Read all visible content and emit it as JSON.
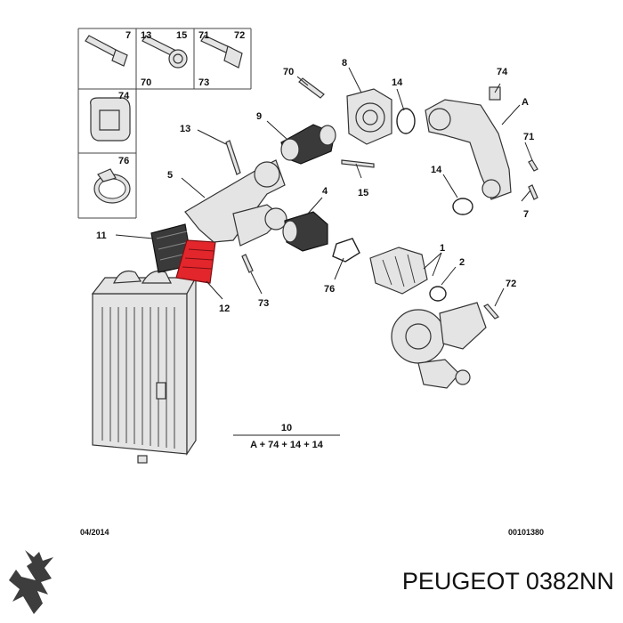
{
  "callouts": {
    "c7a": "7",
    "c13a": "13",
    "c15a": "15",
    "c71a": "71",
    "c72a": "72",
    "c70a": "70",
    "c73a": "73",
    "c74a": "74",
    "c76a": "76",
    "c70": "70",
    "c8": "8",
    "c74": "74",
    "cA": "A",
    "c14a": "14",
    "c9": "9",
    "c13": "13",
    "c71": "71",
    "c5": "5",
    "c14b": "14",
    "c15": "15",
    "c7": "7",
    "c4": "4",
    "c11": "11",
    "c1": "1",
    "c2": "2",
    "c72": "72",
    "c76": "76",
    "c12": "12",
    "c73": "73"
  },
  "kit": {
    "number": "10",
    "contents": "A + 74 + 14 + 14"
  },
  "footer": {
    "date": "04/2014",
    "ref": "00101380"
  },
  "brand": {
    "label": "PEUGEOT 0382NN"
  },
  "colors": {
    "highlight": "#e2262b",
    "ink": "#111111",
    "part_fill": "#e4e4e4"
  }
}
